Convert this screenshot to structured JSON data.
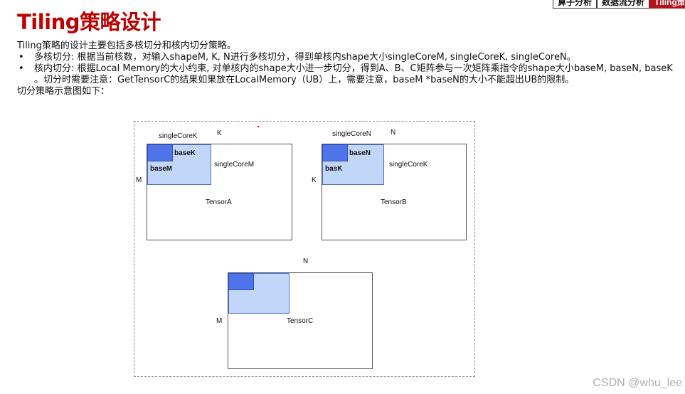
{
  "header_tabs": [
    "算子分析",
    "数据流分析",
    "Tiling策"
  ],
  "title": "Tiling策略设计",
  "intro": "Tiling策略的设计主要包括多核切分和核内切分策略。",
  "bullets": [
    "多核切分: 根据当前核数，对输入shapeM, K, N进行多核切分，得到单核内shape大小singleCoreM, singleCoreK, singleCoreN。",
    "核内切分: 根据Local Memory的大小约束, 对单核内的shape大小进一步切分，得到A、B、C矩阵参与一次矩阵乘指令的shape大小baseM, baseN, baseK 。切分时需要注意：GetTensorC的结果如果放在LocalMemory（UB）上，需要注意，baseM *baseN的大小不能超出UB的限制。"
  ],
  "bullet_symbol": "•",
  "diagram_intro": "切分策略示意图如下：",
  "diagram": {
    "tensor_a": {
      "name": "TensorA",
      "top_label": "singleCoreK",
      "top_dim": "K",
      "left_dim": "M",
      "side_label": "singleCoreM",
      "inner_top": "baseK",
      "inner_left": "baseM"
    },
    "tensor_b": {
      "name": "TensorB",
      "top_label": "singleCoreN",
      "top_dim": "N",
      "left_dim": "K",
      "side_label": "singleCoreK",
      "inner_top": "baseN",
      "inner_left": "basK"
    },
    "tensor_c": {
      "name": "TensorC",
      "top_dim": "N",
      "left_dim": "M"
    }
  },
  "colors": {
    "title": "#c00000",
    "tile_dark": "#4f74ea",
    "tile_light": "#c2d6fa",
    "active_tab": "#b5121b"
  },
  "watermark": "CSDN @whu_lee"
}
